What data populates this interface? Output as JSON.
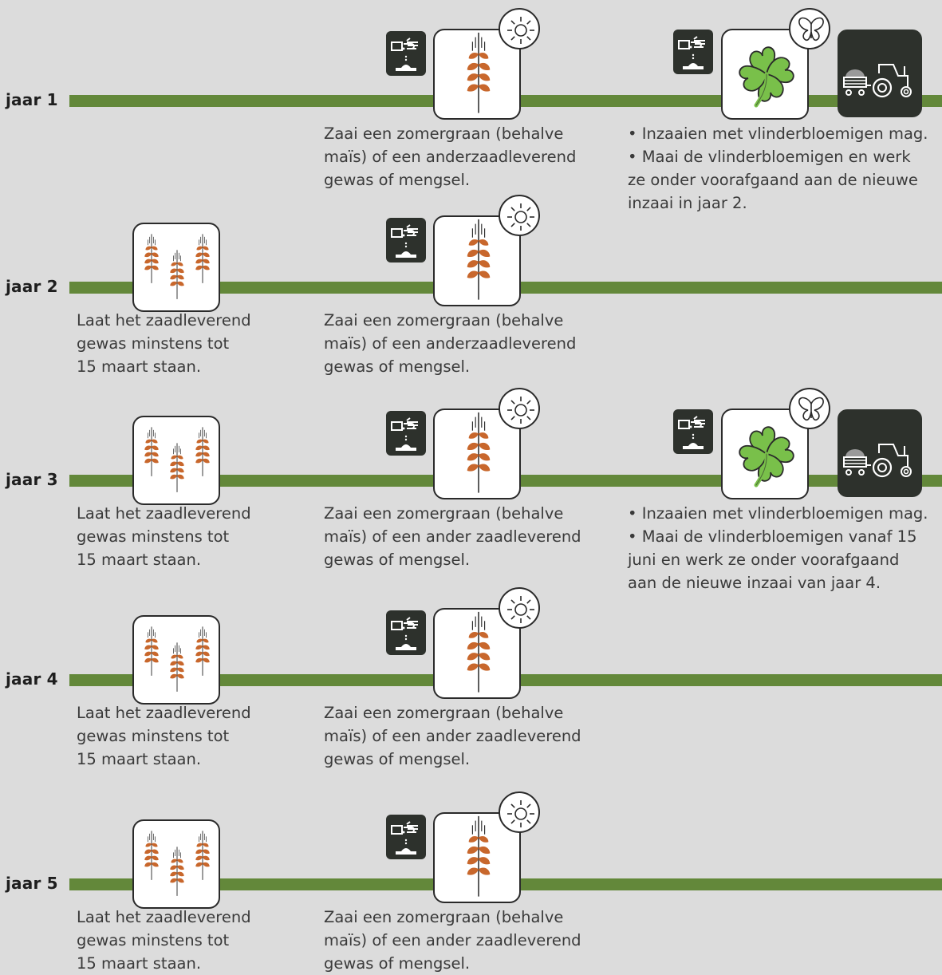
{
  "colors": {
    "background": "#dcdcdc",
    "bar": "#63883a",
    "dark_badge": "#2d312c",
    "grain": "#c8672c",
    "clover": "#79c04a"
  },
  "icons": {
    "sow_badge": "hand-sowing-seed-icon",
    "summer": "sun-icon",
    "butterfly": "butterfly-icon",
    "summer_grain": "single-grain-ear-icon",
    "standing_crop": "three-grain-ears-icon",
    "legume": "four-leaf-clover-icon",
    "harvest": "tractor-with-trailer-icon"
  },
  "years": [
    {
      "label": "jaar 1",
      "left_text": [],
      "mid_text": [
        "Zaai een zomergraan (behalve",
        "maïs) of een anderzaadleverend",
        "gewas of mengsel."
      ],
      "right_text": [
        {
          "bullet": true,
          "text": "Inzaaien met vlinderbloemigen mag."
        },
        {
          "bullet": true,
          "text": "Maai de vlinderbloemigen en werk"
        },
        {
          "bullet": false,
          "text": "ze onder voorafgaand aan de nieuwe"
        },
        {
          "bullet": false,
          "text": "inzaai in jaar 2."
        }
      ]
    },
    {
      "label": "jaar 2",
      "left_text": [
        "Laat het zaadleverend",
        "gewas minstens tot",
        "15 maart staan."
      ],
      "mid_text": [
        "Zaai een zomergraan (behalve",
        "maïs) of een anderzaadleverend",
        "gewas of mengsel."
      ],
      "right_text": []
    },
    {
      "label": "jaar 3",
      "left_text": [
        "Laat het zaadleverend",
        "gewas minstens tot",
        "15 maart staan."
      ],
      "mid_text": [
        "Zaai een zomergraan (behalve",
        "maïs) of een ander zaadleverend",
        "gewas of mengsel."
      ],
      "right_text": [
        {
          "bullet": true,
          "text": "Inzaaien met vlinderbloemigen mag."
        },
        {
          "bullet": true,
          "text": "Maai de vlinderbloemigen vanaf 15"
        },
        {
          "bullet": false,
          "text": "juni en werk ze onder voorafgaand"
        },
        {
          "bullet": false,
          "text": "aan de nieuwe inzaai van jaar 4."
        }
      ]
    },
    {
      "label": "jaar 4",
      "left_text": [
        "Laat het zaadleverend",
        "gewas minstens tot",
        "15 maart staan."
      ],
      "mid_text": [
        "Zaai een zomergraan (behalve",
        "maïs) of een ander zaadleverend",
        "gewas of mengsel."
      ],
      "right_text": []
    },
    {
      "label": "jaar 5",
      "left_text": [
        "Laat het zaadleverend",
        "gewas minstens tot",
        "15 maart staan."
      ],
      "mid_text": [
        "Zaai een zomergraan (behalve",
        "maïs) of een ander zaadleverend",
        "gewas of mengsel."
      ],
      "right_text": []
    }
  ]
}
